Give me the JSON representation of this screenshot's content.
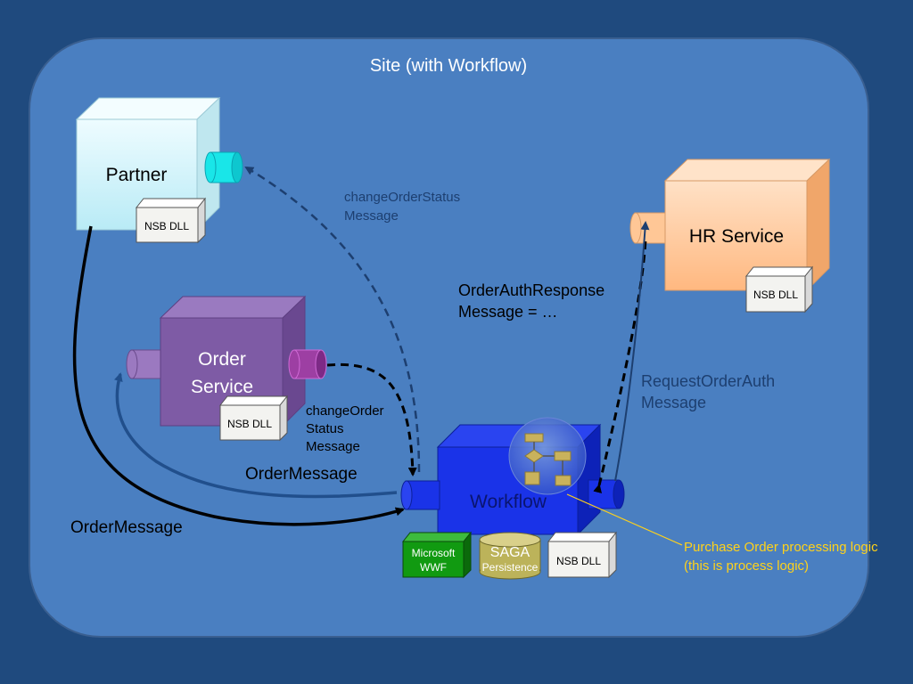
{
  "site_title": "Site (with Workflow)",
  "partner": {
    "label": "Partner",
    "dll": "NSB DLL"
  },
  "order_service": {
    "label_line1": "Order",
    "label_line2": "Service",
    "dll": "NSB DLL"
  },
  "hr_service": {
    "label": "HR Service",
    "dll": "NSB DLL"
  },
  "workflow": {
    "label": "Workflow",
    "wwf_line1": "Microsoft",
    "wwf_line2": "WWF",
    "saga_line1": "SAGA",
    "saga_line2": "Persistence",
    "dll": "NSB DLL"
  },
  "messages": {
    "change_status_top_line1": "changeOrderStatus",
    "change_status_top_line2": "Message",
    "auth_response_line1": "OrderAuthResponse",
    "auth_response_line2": "Message = …",
    "request_auth_line1": "RequestOrderAuth",
    "request_auth_line2": "Message",
    "change_status_mid_line1": "changeOrder",
    "change_status_mid_line2": "Status",
    "change_status_mid_line3": "Message",
    "order_message_upper": "OrderMessage",
    "order_message_lower": "OrderMessage"
  },
  "annotation": {
    "line1": "Purchase Order processing logic",
    "line2": "(this is process logic)"
  },
  "colors": {
    "background": "#1f4a7e",
    "site": "#4a7fc1",
    "partner": "#d8f5fb",
    "order_service": "#7d59a3",
    "hr_service": "#ffc796",
    "workflow": "#1530e6",
    "annotation": "#ffd21a"
  }
}
